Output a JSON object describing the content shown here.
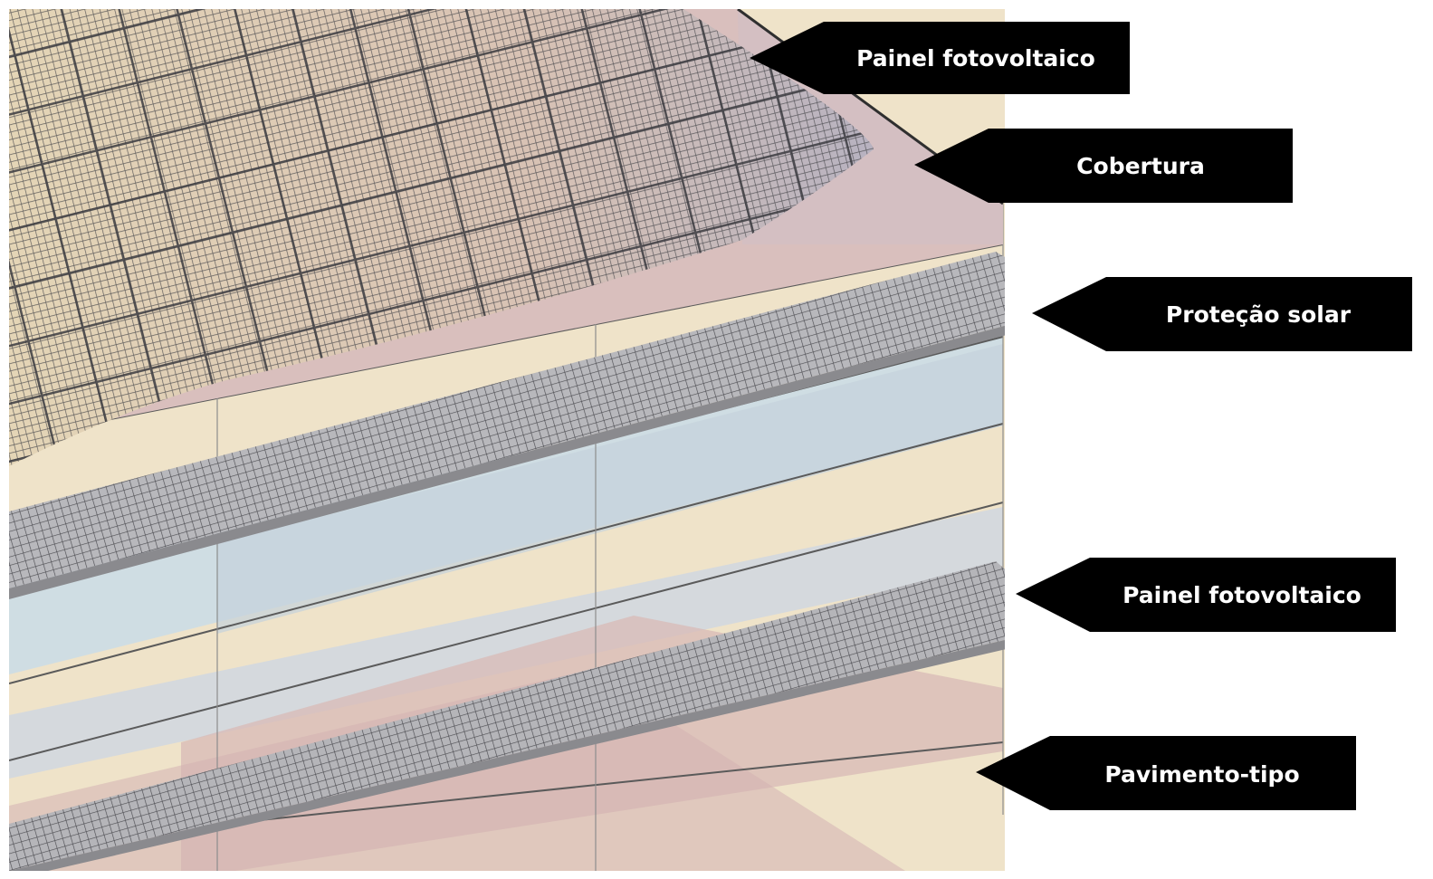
{
  "labels": [
    {
      "id": "painel-fotovoltaico-top",
      "text": "Painel fotovoltaico"
    },
    {
      "id": "cobertura",
      "text": "Cobertura"
    },
    {
      "id": "protecao-solar",
      "text": "Proteção solar"
    },
    {
      "id": "painel-fotovoltaico-lower",
      "text": "Painel fotovoltaico"
    },
    {
      "id": "pavimento-tipo",
      "text": "Pavimento-tipo"
    }
  ],
  "colors": {
    "callout": "#000000",
    "callout_text": "#ffffff",
    "slab": "#efe5c6",
    "glass": "#cfdce2",
    "roof": "#d9bcbc",
    "panel": "#a9a7aa",
    "panel_light": "#dbd2c2",
    "panel_grid": "#4a4a4e",
    "edge": "#3a3a3a"
  },
  "icons": [
    "callout-arrow-icon"
  ]
}
